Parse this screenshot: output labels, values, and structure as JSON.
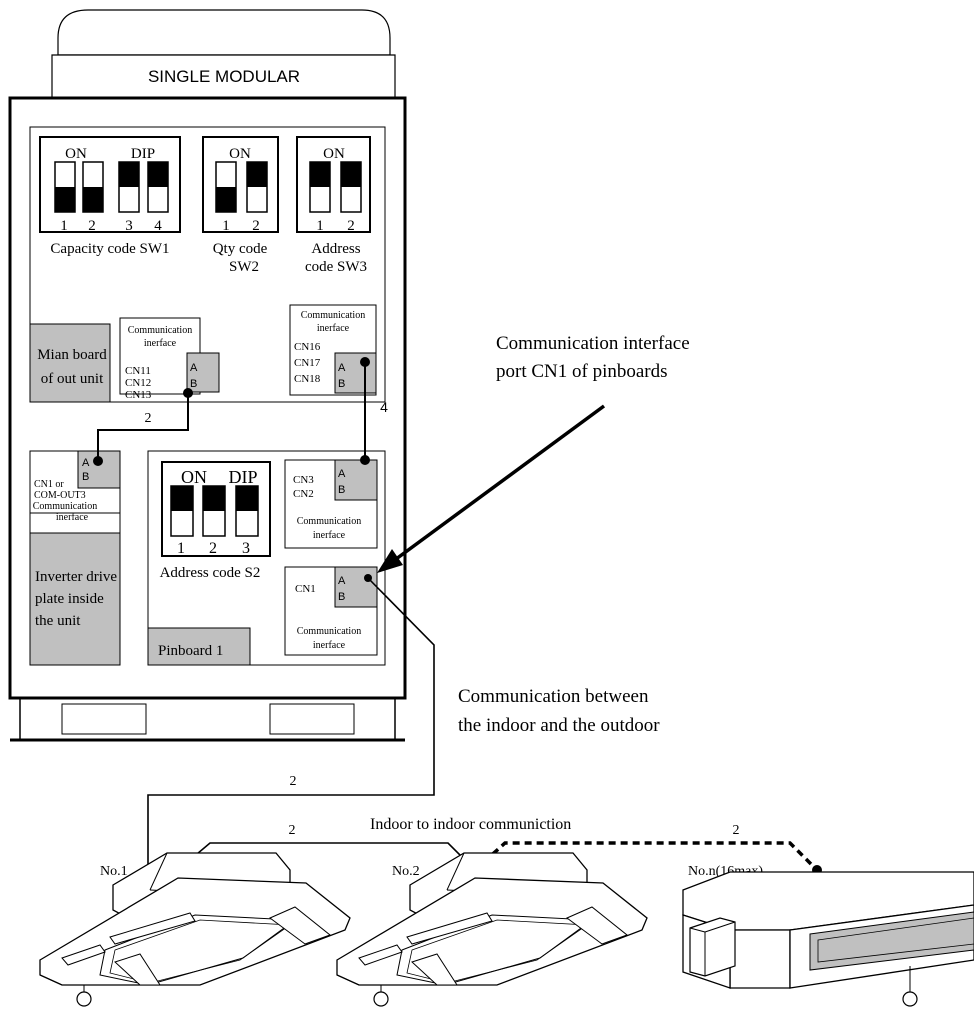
{
  "header": {
    "title": "SINGLE MODULAR"
  },
  "sw1": {
    "on": "ON",
    "dip": "DIP",
    "numbers": [
      "1",
      "2",
      "3",
      "4"
    ],
    "caption": "Capacity code SW1"
  },
  "sw2": {
    "on": "ON",
    "numbers": [
      "1",
      "2"
    ],
    "caption_line1": "Qty code",
    "caption_line2": "SW2"
  },
  "sw3": {
    "on": "ON",
    "numbers": [
      "1",
      "2"
    ],
    "caption_line1": "Address",
    "caption_line2": "code SW3"
  },
  "main_board": {
    "line1": "Mian board",
    "line2": "of out unit"
  },
  "comm_left": {
    "title_line1": "Communication",
    "title_line2": "inerface",
    "ports": [
      "CN11",
      "CN12",
      "CN13"
    ],
    "a": "A",
    "b": "B"
  },
  "comm_right": {
    "title_line1": "Communication",
    "title_line2": "inerface",
    "ports": [
      "CN16",
      "CN17",
      "CN18"
    ],
    "a": "A",
    "b": "B"
  },
  "wire_labels": {
    "left_link": "2",
    "right_link": "4",
    "to_indoor": "2",
    "indoor_1_2": "2",
    "indoor_2_n": "2"
  },
  "inverter_comm": {
    "line1": "CN1 or",
    "line2": "COM-OUT3",
    "line3": "Communication",
    "line4": "inerface",
    "a": "A",
    "b": "B"
  },
  "inverter_plate": {
    "line1": "Inverter drive",
    "line2": "plate inside",
    "line3": "the unit"
  },
  "pinboard": {
    "label": "Pinboard 1",
    "dip_on": "ON",
    "dip_label": "DIP",
    "dip_numbers": [
      "1",
      "2",
      "3"
    ],
    "caption": "Address code S2",
    "cn3_cn2": {
      "line1": "CN3",
      "line2": "CN2",
      "title_line1": "Communication",
      "title_line2": "inerface",
      "a": "A",
      "b": "B"
    },
    "cn1": {
      "label": "CN1",
      "title_line1": "Communication",
      "title_line2": "inerface",
      "a": "A",
      "b": "B"
    }
  },
  "annotations": {
    "cn1_line1": "Communication interface",
    "cn1_line2": "port CN1 of pinboards",
    "between_line1": "Communication between",
    "between_line2": "the indoor and the outdoor",
    "indoor_to_indoor": "Indoor to indoor communiction"
  },
  "indoor_units": {
    "no1": "No.1",
    "no2": "No.2",
    "non": "No.n(16max)"
  },
  "switch_states": {
    "sw1_lever_down": [
      true,
      true,
      false,
      false
    ],
    "sw2_lever_down": [
      true,
      false
    ],
    "sw3_lever_down": [
      false,
      false
    ],
    "s2_lever_down": [
      false,
      false,
      false
    ]
  }
}
